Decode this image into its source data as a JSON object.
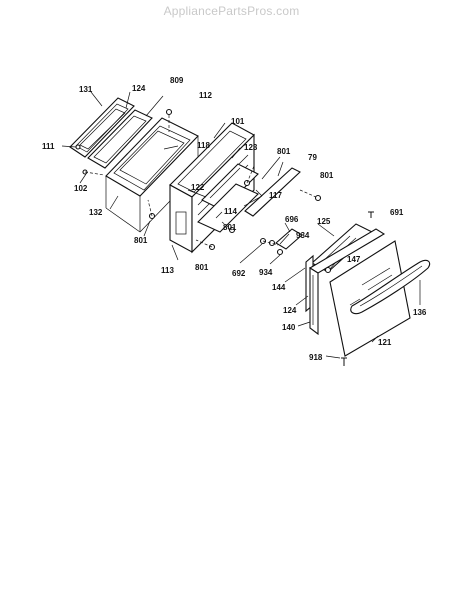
{
  "watermark": "AppliancePartsPros.com",
  "callouts": [
    "131",
    "124",
    "809",
    "112",
    "111",
    "101",
    "118",
    "123",
    "801",
    "79",
    "801",
    "102",
    "132",
    "122",
    "117",
    "114",
    "696",
    "691",
    "125",
    "801",
    "934",
    "801",
    "113",
    "801",
    "692",
    "934",
    "147",
    "144",
    "124",
    "136",
    "140",
    "121",
    "918"
  ]
}
